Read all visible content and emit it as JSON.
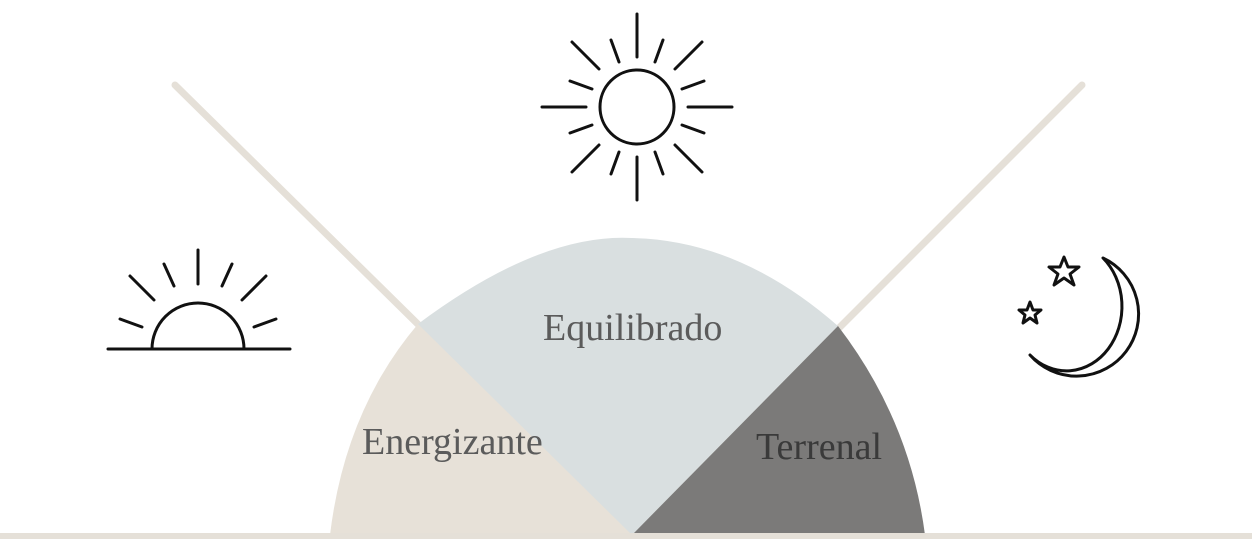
{
  "segments": [
    {
      "label": "Energizante",
      "color": "#e7e1d8",
      "text_color": "#5b5b5b"
    },
    {
      "label": "Equilibrado",
      "color": "#d9dfe0",
      "text_color": "#5b5b5b"
    },
    {
      "label": "Terrenal",
      "color": "#7b7a79",
      "text_color": "#3a3a3a"
    }
  ],
  "colors": {
    "divider_lines": "#e5e0d8",
    "ground_line": "#e5e0d8",
    "icons": "#111111",
    "background": "#ffffff"
  },
  "icons": {
    "morning": "sunrise-icon",
    "midday": "sun-icon",
    "night": "moon-stars-icon"
  }
}
